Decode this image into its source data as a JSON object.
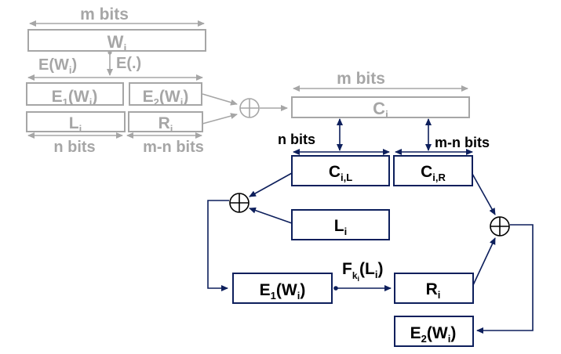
{
  "colors": {
    "grey": "#a6a6a6",
    "navy": "#0d1f5c",
    "black": "#000000",
    "background": "#ffffff"
  },
  "icons": {
    "xor": "xor-circle-plus-icon"
  },
  "top": {
    "m_bits": "m bits",
    "w_base": "W",
    "w_sub": "i",
    "e_w_pre": "E(W",
    "e_w_sub": "i",
    "e_w_post": ")",
    "e_func": "E(.)",
    "e1_pre": "E",
    "e1_num": "1",
    "e1_mid": "(W",
    "e1_sub": "i",
    "e1_post": ")",
    "e2_pre": "E",
    "e2_num": "2",
    "e2_mid": "(W",
    "e2_sub": "i",
    "e2_post": ")",
    "l_base": "L",
    "l_sub": "i",
    "r_base": "R",
    "r_sub": "i",
    "n_bits": "n bits",
    "mn_bits": "m-n bits"
  },
  "main": {
    "m_bits": "m bits",
    "c_base": "C",
    "c_sub": "i",
    "n_bits": "n bits",
    "mn_bits": "m-n bits",
    "cil_base": "C",
    "cil_sub": "i,L",
    "cir_base": "C",
    "cir_sub": "i,R",
    "l_base": "L",
    "l_sub": "i",
    "e1_pre": "E",
    "e1_num": "1",
    "e1_mid": "(W",
    "e1_sub": "i",
    "e1_post": ")",
    "f_base": "F",
    "f_sub": "k",
    "f_subsub": "i",
    "f_mid": "(L",
    "f_sub2": "i",
    "f_post": ")",
    "r_base": "R",
    "r_sub": "i",
    "e2_pre": "E",
    "e2_num": "2",
    "e2_mid": "(W",
    "e2_sub": "i",
    "e2_post": ")"
  }
}
